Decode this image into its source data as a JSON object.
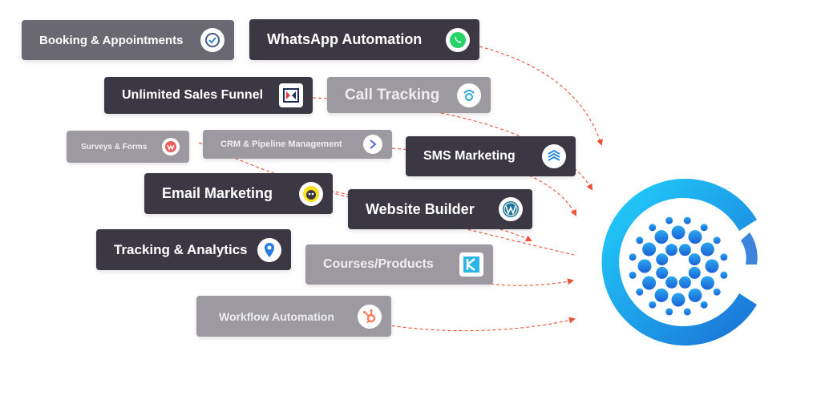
{
  "features": [
    {
      "label": "Booking & Appointments",
      "icon": "check-clock-icon"
    },
    {
      "label": "WhatsApp Automation",
      "icon": "whatsapp-icon"
    },
    {
      "label": "Unlimited Sales Funnel",
      "icon": "funnel-icon"
    },
    {
      "label": "Call Tracking",
      "icon": "call-tracking-icon"
    },
    {
      "label": "Surveys & Forms",
      "icon": "survey-icon"
    },
    {
      "label": "CRM & Pipeline Management",
      "icon": "pipeline-icon"
    },
    {
      "label": "SMS Marketing",
      "icon": "layers-icon"
    },
    {
      "label": "Email Marketing",
      "icon": "mailchimp-icon"
    },
    {
      "label": "Website Builder",
      "icon": "wordpress-icon"
    },
    {
      "label": "Tracking & Analytics",
      "icon": "location-pin-icon"
    },
    {
      "label": "Courses/Products",
      "icon": "kajabi-icon"
    },
    {
      "label": "Workflow Automation",
      "icon": "hubspot-icon"
    }
  ],
  "colors": {
    "dark_pill": "#3b3844",
    "mid_pill": "#6a6870",
    "light_pill": "#9c9aa0",
    "arrow": "#f04e37",
    "hub_gradient_start": "#21d4fd",
    "hub_gradient_end": "#1a6fd6"
  },
  "hub": {
    "icon": "brand-logo-icon"
  }
}
